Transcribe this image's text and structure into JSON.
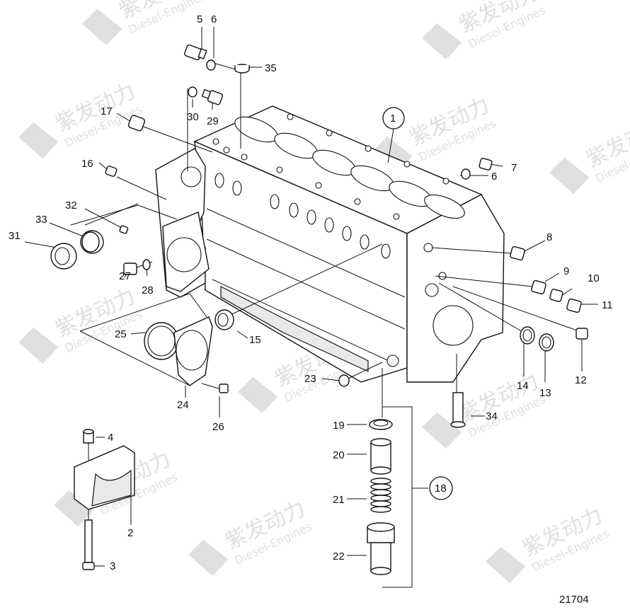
{
  "drawing_number": "21704",
  "watermark": {
    "brand_cn": "紫发动力",
    "brand_en": "Diesel-Engines"
  },
  "callouts": [
    {
      "id": "c5",
      "text": "5"
    },
    {
      "id": "c6a",
      "text": "6"
    },
    {
      "id": "c35",
      "text": "35"
    },
    {
      "id": "c30",
      "text": "30"
    },
    {
      "id": "c29",
      "text": "29"
    },
    {
      "id": "c17",
      "text": "17"
    },
    {
      "id": "c1",
      "text": "1"
    },
    {
      "id": "c7",
      "text": "7"
    },
    {
      "id": "c6b",
      "text": "6"
    },
    {
      "id": "c16",
      "text": "16"
    },
    {
      "id": "c32",
      "text": "32"
    },
    {
      "id": "c33",
      "text": "33"
    },
    {
      "id": "c31",
      "text": "31"
    },
    {
      "id": "c8",
      "text": "8"
    },
    {
      "id": "c9",
      "text": "9"
    },
    {
      "id": "c10",
      "text": "10"
    },
    {
      "id": "c11",
      "text": "11"
    },
    {
      "id": "c27",
      "text": "27"
    },
    {
      "id": "c28",
      "text": "28"
    },
    {
      "id": "c25",
      "text": "25"
    },
    {
      "id": "c15",
      "text": "15"
    },
    {
      "id": "c14",
      "text": "14"
    },
    {
      "id": "c13",
      "text": "13"
    },
    {
      "id": "c12",
      "text": "12"
    },
    {
      "id": "c23",
      "text": "23"
    },
    {
      "id": "c24",
      "text": "24"
    },
    {
      "id": "c26",
      "text": "26"
    },
    {
      "id": "c34",
      "text": "34"
    },
    {
      "id": "c19",
      "text": "19"
    },
    {
      "id": "c4",
      "text": "4"
    },
    {
      "id": "c20",
      "text": "20"
    },
    {
      "id": "c18",
      "text": "18"
    },
    {
      "id": "c21",
      "text": "21"
    },
    {
      "id": "c2",
      "text": "2"
    },
    {
      "id": "c22",
      "text": "22"
    },
    {
      "id": "c3",
      "text": "3"
    }
  ]
}
